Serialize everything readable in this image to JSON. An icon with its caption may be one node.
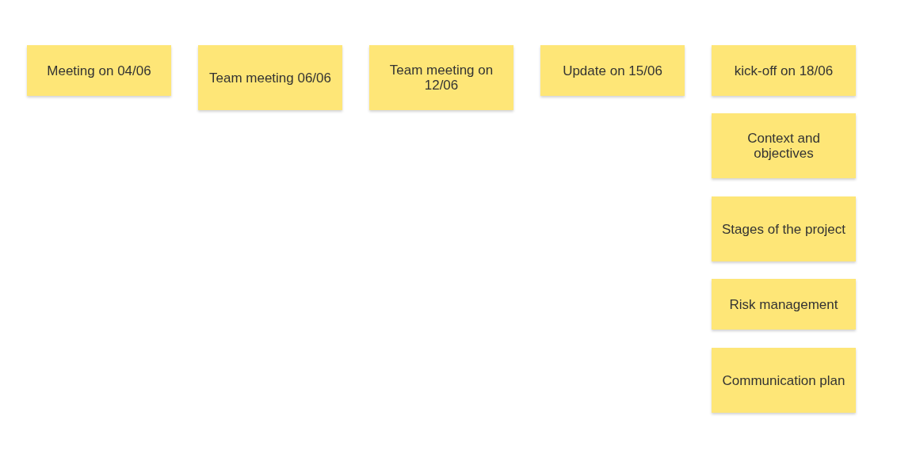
{
  "diagram": {
    "nodes": [
      {
        "text": [
          "Meeting on 04/06"
        ]
      },
      {
        "text": [
          "Team meeting 06/06"
        ]
      },
      {
        "text": [
          "Team meeting on 12/06"
        ]
      },
      {
        "text": [
          "Update on 15/06"
        ]
      },
      {
        "text": [
          "kick-off on 18/06"
        ]
      },
      {
        "text": [
          "Context and objectives"
        ]
      },
      {
        "text": [
          "Stages of the project"
        ]
      },
      {
        "text": [
          "Risk management"
        ]
      },
      {
        "text": [
          "Communication plan"
        ]
      }
    ]
  }
}
